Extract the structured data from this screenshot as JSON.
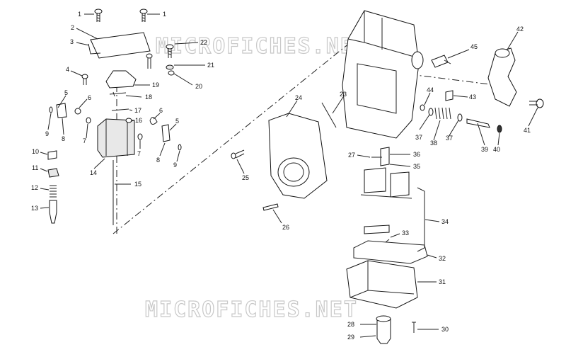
{
  "watermark": {
    "top": "MICROFICHES.NET",
    "bottom": "MICROFICHES.NET"
  },
  "callouts": [
    "1",
    "1",
    "2",
    "3",
    "22",
    "21",
    "20",
    "4",
    "19",
    "18",
    "5",
    "6",
    "9",
    "8",
    "7",
    "17",
    "16",
    "6",
    "5",
    "7",
    "8",
    "9",
    "10",
    "11",
    "14",
    "15",
    "12",
    "13",
    "24",
    "23",
    "25",
    "26",
    "42",
    "45",
    "43",
    "44",
    "41",
    "37",
    "38",
    "37",
    "39",
    "40",
    "27",
    "36",
    "35",
    "34",
    "33",
    "32",
    "31",
    "28",
    "29",
    "30"
  ]
}
